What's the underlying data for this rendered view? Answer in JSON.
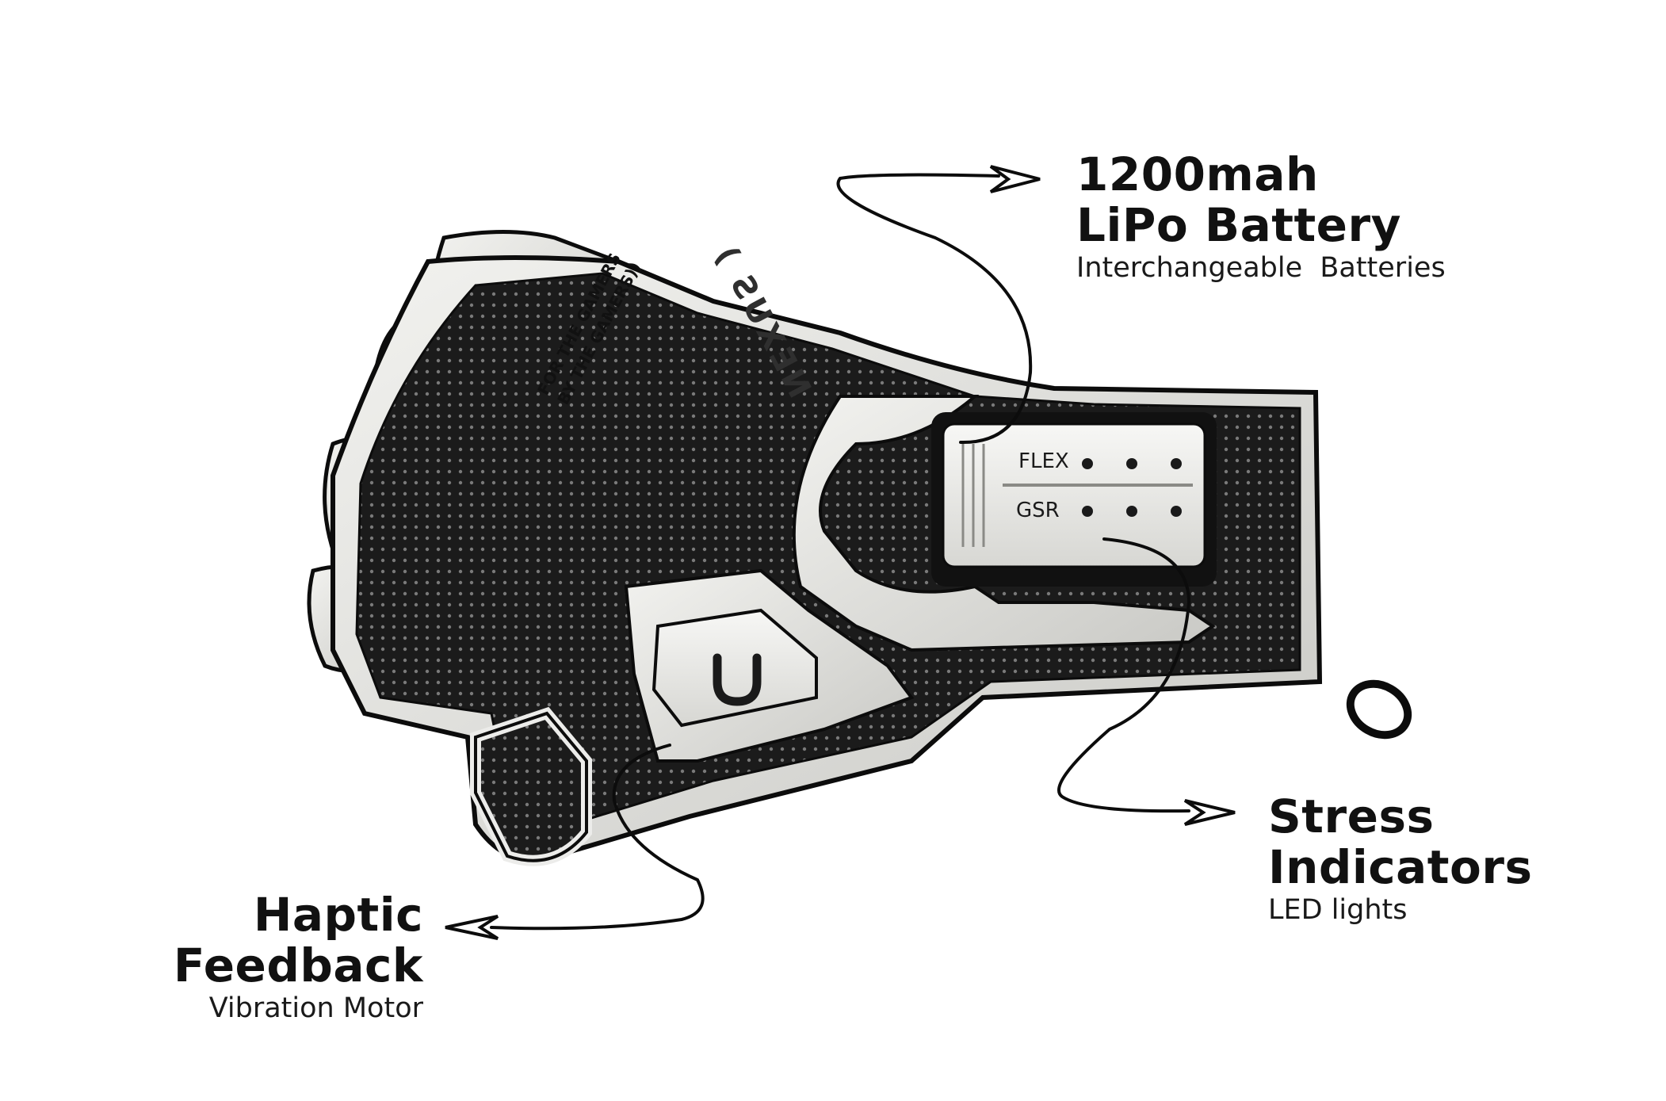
{
  "glove": {
    "tagline_line1": "FOR THE GAMERS",
    "tagline_line2": "BY THE GAMERS))",
    "brand_mark": "NEXUS )",
    "sensor_labels": [
      "FLEX",
      "GSR"
    ],
    "colors": {
      "mesh": "#1b1b1b",
      "trim": "#dcdcd8",
      "module": "#ececea",
      "outline": "#0c0c0c"
    }
  },
  "callouts": {
    "battery": {
      "title_line1": "1200mah",
      "title_line2": "LiPo Battery",
      "subtitle": "Interchangeable  Batteries"
    },
    "stress": {
      "title_line1": "Stress",
      "title_line2": "Indicators",
      "subtitle": "LED lights"
    },
    "haptic": {
      "title_line1": "Haptic",
      "title_line2": "Feedback",
      "subtitle": "Vibration Motor"
    }
  }
}
